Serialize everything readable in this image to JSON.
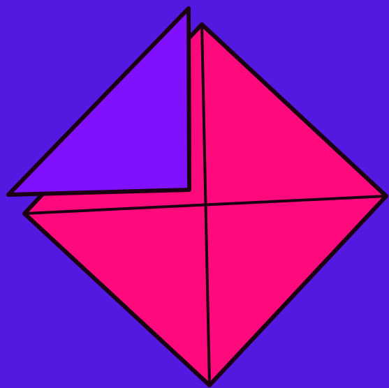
{
  "colors": {
    "background": "#5319e0",
    "diamond_fill": "#fe0a7c",
    "flap_fill": "#8110ff",
    "outline": "#1a0010"
  },
  "shapes": [
    {
      "name": "pink-diamond",
      "kind": "diamond"
    },
    {
      "name": "horizontal-crease",
      "kind": "crease"
    },
    {
      "name": "vertical-crease",
      "kind": "crease"
    },
    {
      "name": "purple-folded-flap",
      "kind": "flap"
    }
  ]
}
